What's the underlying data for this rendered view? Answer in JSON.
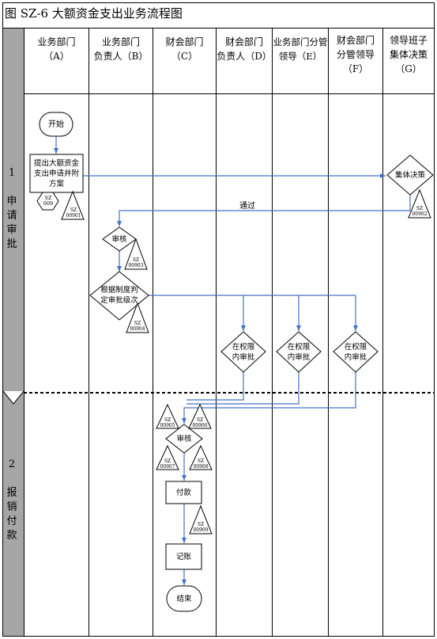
{
  "title": "图 SZ-6  大额资金支出业务流程图",
  "lanes": [
    {
      "label": "业务部门\n（A）"
    },
    {
      "label": "业务部门\n负责人（B）"
    },
    {
      "label": "财会部门\n（C）"
    },
    {
      "label": "财会部门\n负责人（D）"
    },
    {
      "label": "业务部门分管\n领导（E）"
    },
    {
      "label": "财会部门\n分管领导\n（F）"
    },
    {
      "label": "领导班子\n集体决策\n（G）"
    }
  ],
  "phases": [
    {
      "label": "1\n\n申\n请\n审\n批"
    },
    {
      "label": "2\n\n报\n销\n付\n款"
    }
  ],
  "nodes": {
    "start": "开始",
    "apply": "提出大额资金\n支出申请并附\n方案",
    "collective": "集体决策",
    "review_b": "审核",
    "determine": "根据制度判\n定审批级次",
    "approve_d": "在权限\n内审批",
    "approve_e": "在权限\n内审批",
    "approve_f": "在权限\n内审批",
    "review_c": "审核",
    "pay": "付款",
    "book": "记账",
    "end": "结束"
  },
  "edge_labels": {
    "pass": "通过"
  },
  "tags": {
    "doc_009": "SZ\n009",
    "r_00901": "SZ\n00901",
    "r_00902": "SZ\n00902",
    "r_00903": "SZ\n00903",
    "r_00904": "SZ\n00904",
    "r_00905": "SZ\n00905",
    "r_00906": "SZ\n00906",
    "r_00907": "SZ\n00907",
    "r_00908": "SZ\n00908",
    "r_00909": "SZ\n00909"
  },
  "colors": {
    "line": "#000000",
    "arrow": "#4472c4",
    "phase_band": "#a6a6a6"
  }
}
